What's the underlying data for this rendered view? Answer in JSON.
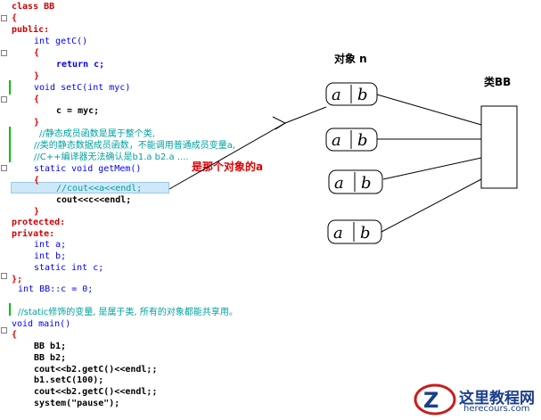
{
  "code": {
    "lines": [
      "class BB",
      "{",
      "public:",
      "int getC()",
      "{",
      "return c;",
      "}",
      "void setC(int myc)",
      "{",
      "c = myc;",
      "}",
      "//静态成员函数是属于整个类,",
      "//类的静态数据成员函数，不能调用普通成员变量a,",
      "//C++编译器无法确认是b1.a b2.a ....",
      "static void getMem()",
      "{",
      "//cout<<a<<endl;",
      "cout<<c<<endl;",
      "}",
      "protected:",
      "private:",
      "int a;",
      "int b;",
      "static int c;",
      "};",
      "int BB::c = 0;",
      "",
      "//static修饰的变量, 是属于类, 所有的对象都能共享用。",
      "void main()",
      "{",
      "BB b1;",
      "BB b2;",
      "cout<<b2.getC()<<endl;;",
      "b1.setC(100);",
      "cout<<b2.getC()<<endl;;",
      "system(\"pause\");"
    ]
  },
  "diagram": {
    "objects_label": "对象 n",
    "class_label": "类BB",
    "question": "是那个对象的a",
    "object_members": [
      "a",
      "b"
    ],
    "object_count": 4
  },
  "watermark": {
    "name": "这里教程网",
    "url": "herecours.com"
  },
  "colors": {
    "keyword": "#0000ff",
    "comment": "#00a0a0",
    "accent_red": "#d00000",
    "highlight": "#cfe8f7"
  }
}
